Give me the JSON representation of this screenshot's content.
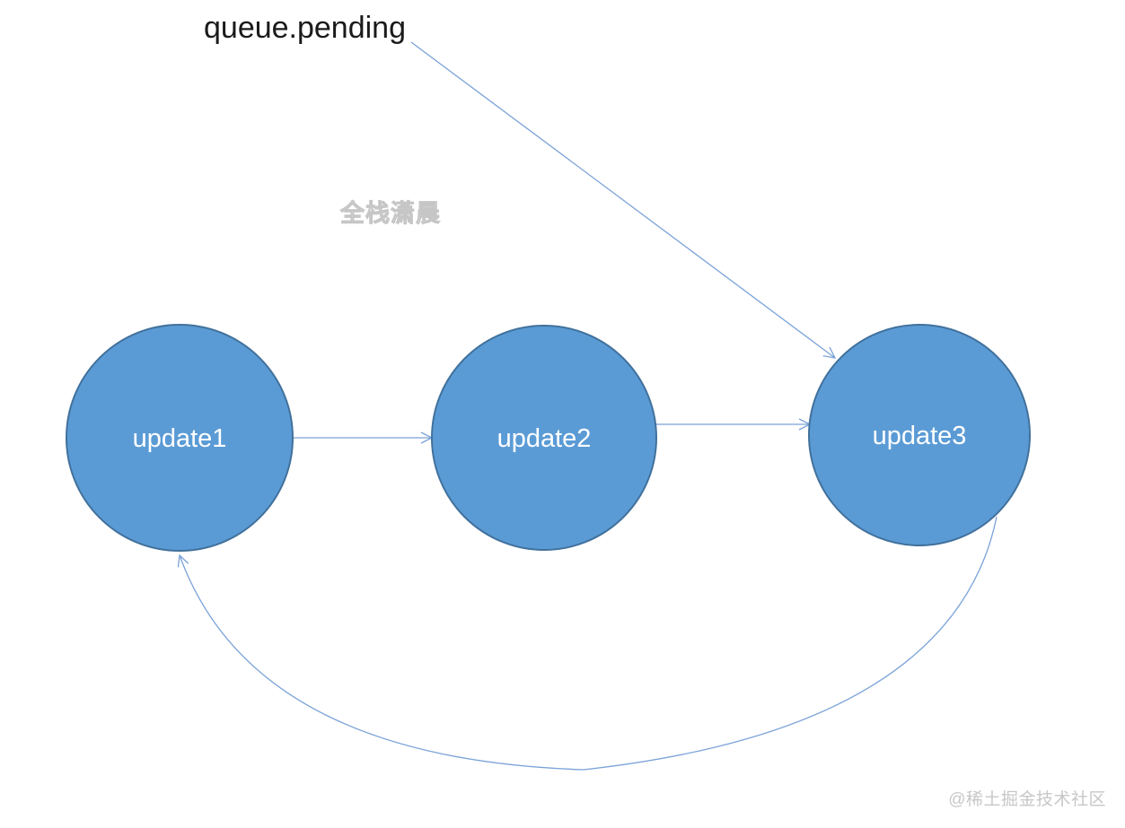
{
  "diagram": {
    "title_label": "queue.pending",
    "nodes": [
      {
        "id": "update1",
        "label": "update1"
      },
      {
        "id": "update2",
        "label": "update2"
      },
      {
        "id": "update3",
        "label": "update3"
      }
    ],
    "edges": [
      {
        "from": "update1",
        "to": "update2",
        "style": "straight",
        "arrow": "open"
      },
      {
        "from": "update2",
        "to": "update3",
        "style": "straight",
        "arrow": "open"
      },
      {
        "from": "queue.pending",
        "to": "update3",
        "style": "straight-diagonal",
        "arrow": "open"
      },
      {
        "from": "update3",
        "to": "update1",
        "style": "curved-return",
        "arrow": "open"
      }
    ]
  },
  "watermarks": {
    "center": "全栈潇晨",
    "bottom_right": "@稀土掘金技术社区"
  },
  "colors": {
    "node_fill": "#5B9BD5",
    "node_stroke": "#41719C",
    "connector": "#7AA2D8",
    "label_text": "#FFFFFF",
    "title_text": "#1A1A1A",
    "watermark": "#C7C7C7"
  }
}
